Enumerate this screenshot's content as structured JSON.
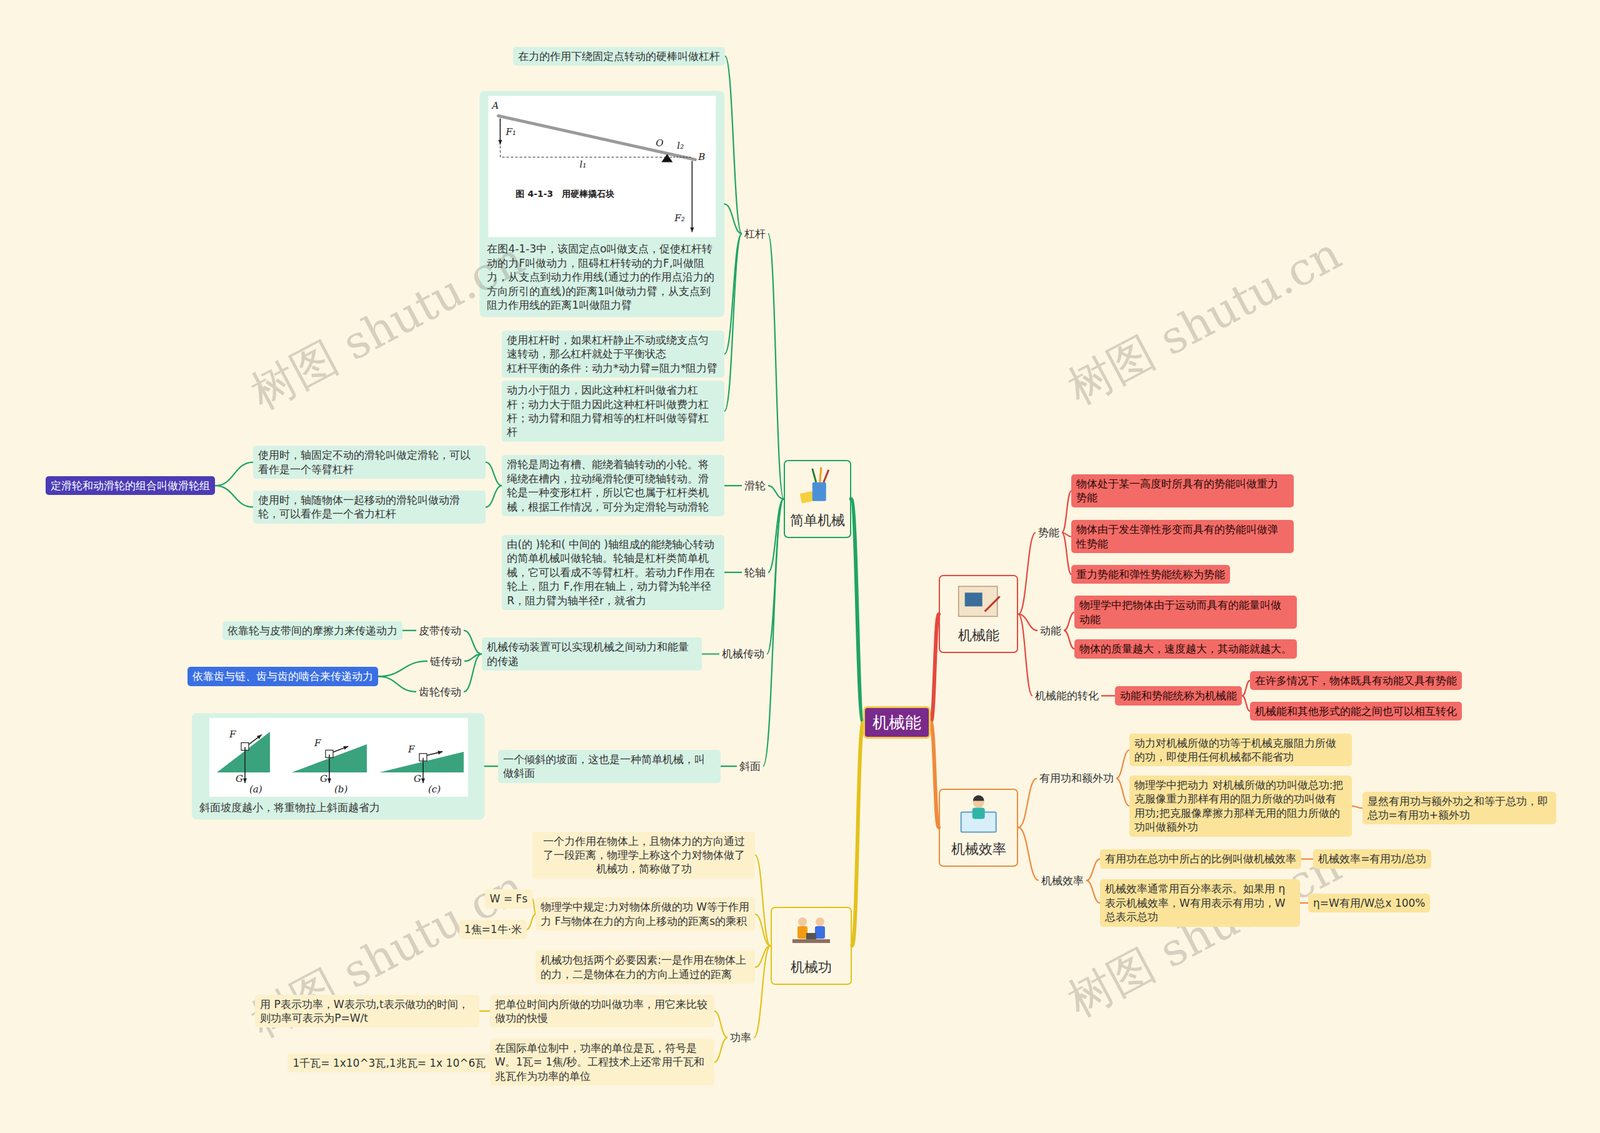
{
  "diagram": {
    "nodes": [
      {
        "text": [
          "机械能"
        ]
      },
      {
        "text": [
          "简单机械"
        ]
      },
      {
        "text": [
          "杠杆"
        ]
      },
      {
        "text": [
          "在力的作用下绕固定点转动的硬棒叫做杠杆"
        ]
      },
      {
        "text": [
          "在图4-1-3中，该固定点o叫做支点，促使杠杆转动的力F叫做动力，阻碍杠杆转动的力F,叫做阻力，从支点到动力作用线(通过力的作用点沿力的方向所引的直线)的距离1叫做动力臂，从支点到阻力作用线的距离1叫做阻力臂"
        ]
      },
      {
        "text": [
          "使用杠杆时，如果杠杆静止不动或绕支点匀速转动，那么杠杆就处于平衡状态",
          "杠杆平衡的条件：动力*动力臂=阻力*阻力臂"
        ]
      },
      {
        "text": [
          "动力小于阻力，因此这种杠杆叫做省力杠杆；动力大于阻力因此这种杠杆叫做费力杠杆；动力臂和阻力臂相等的杠杆叫做等臂杠杆"
        ]
      },
      {
        "text": [
          "滑轮"
        ]
      },
      {
        "text": [
          "滑轮是周边有槽、能绕着轴转动的小轮。将绳绕在槽内，拉动绳滑轮便可绕轴转动。滑轮是一种变形杠杆，所以它也属于杠杆类机械，根据工作情况，可分为定滑轮与动滑轮"
        ]
      },
      {
        "text": [
          "使用时，轴固定不动的滑轮叫做定滑轮，可以看作是一个等臂杠杆"
        ]
      },
      {
        "text": [
          "使用时，轴随物体一起移动的滑轮叫做动滑轮，可以看作是一个省力杠杆"
        ]
      },
      {
        "text": [
          "定滑轮和动滑轮的组合叫做滑轮组"
        ]
      },
      {
        "text": [
          "轮轴"
        ]
      },
      {
        "text": [
          "由(的 )轮和( 中间的 )轴组成的能绕轴心转动的简单机械叫做轮轴。轮轴是杠杆类简单机械，它可以看成不等臂杠杆。若动力F作用在轮上，阻力 F,作用在轴上，动力臂为轮半径 R，阻力臂为轴半径r，就省力"
        ]
      },
      {
        "text": [
          "机械传动"
        ]
      },
      {
        "text": [
          "机械传动装置可以实现机械之间动力和能量的传递"
        ]
      },
      {
        "text": [
          "皮带传动"
        ]
      },
      {
        "text": [
          "依靠轮与皮带间的摩擦力来传递动力"
        ]
      },
      {
        "text": [
          "链传动"
        ]
      },
      {
        "text": [
          "齿轮传动"
        ]
      },
      {
        "text": [
          "依靠齿与链、齿与齿的啮合来传递动力"
        ]
      },
      {
        "text": [
          "斜面"
        ]
      },
      {
        "text": [
          "一个倾斜的坡面，这也是一种简单机械，叫做斜面"
        ]
      },
      {
        "text": [
          "斜面坡度越小，将重物拉上斜面越省力"
        ]
      },
      {
        "text": [
          "机械功"
        ]
      },
      {
        "text": [
          "一个力作用在物体上，且物体力的方向通过了一段距离，物理学上称这个力对物体做了机械功，简称做了功"
        ]
      },
      {
        "text": [
          "物理学中规定:力对物体所做的功 W等于作用力 F与物体在力的方向上移动的距离s的乘积"
        ]
      },
      {
        "text": [
          "W = Fs"
        ]
      },
      {
        "text": [
          "1焦=1牛·米"
        ]
      },
      {
        "text": [
          "机械功包括两个必要因素:一是作用在物体上的力，二是物体在力的方向上通过的距离"
        ]
      },
      {
        "text": [
          "功率"
        ]
      },
      {
        "text": [
          "把单位时间内所做的功叫做功率，用它来比较做功的快慢"
        ]
      },
      {
        "text": [
          "用 P表示功率，W表示功,t表示做功的时间，则功率可表示为P=W/t"
        ]
      },
      {
        "text": [
          "在国际单位制中，功率的单位是瓦，符号是W。1瓦= 1焦/秒。工程技术上还常用千瓦和兆瓦作为功率的单位"
        ]
      },
      {
        "text": [
          "1千瓦= 1x10^3瓦,1兆瓦= 1x 10^6瓦"
        ]
      },
      {
        "text": [
          "机械能"
        ]
      },
      {
        "text": [
          "势能"
        ]
      },
      {
        "text": [
          "物体处于某一高度时所具有的势能叫做重力势能"
        ]
      },
      {
        "text": [
          "物体由于发生弹性形变而具有的势能叫做弹性势能"
        ]
      },
      {
        "text": [
          "重力势能和弹性势能统称为势能"
        ]
      },
      {
        "text": [
          "动能"
        ]
      },
      {
        "text": [
          "物理学中把物体由于运动而具有的能量叫做动能"
        ]
      },
      {
        "text": [
          "物体的质量越大，速度越大，其动能就越大。"
        ]
      },
      {
        "text": [
          "机械能的转化"
        ]
      },
      {
        "text": [
          "动能和势能统称为机械能"
        ]
      },
      {
        "text": [
          "在许多情况下，物体既具有动能又具有势能"
        ]
      },
      {
        "text": [
          "机械能和其他形式的能之间也可以相互转化"
        ]
      },
      {
        "text": [
          "机械效率"
        ]
      },
      {
        "text": [
          "有用功和额外功"
        ]
      },
      {
        "text": [
          "动力对机械所做的功等于机械克服阻力所做的功，即使用任何机械都不能省功"
        ]
      },
      {
        "text": [
          "物理学中把动力 对机械所做的功叫做总功:把克服像重力那样有用的阻力所做的功叫做有用功;把克服像摩擦力那样无用的阻力所做的功叫做额外功"
        ]
      },
      {
        "text": [
          "显然有用功与额外功之和等于总功，即总功=有用功+额外功"
        ]
      },
      {
        "text": [
          "机械效率"
        ]
      },
      {
        "text": [
          "有用功在总功中所占的比例叫做机械效率"
        ]
      },
      {
        "text": [
          "机械效率=有用功/总功"
        ]
      },
      {
        "text": [
          "机械效率通常用百分率表示。如果用 η 表示机械效率，W有用表示有用功，W总表示总功"
        ]
      },
      {
        "text": [
          "η=W有用/W总x 100%"
        ]
      }
    ],
    "edges": [
      {
        "from": 0,
        "to": 1,
        "arrow": "none"
      },
      {
        "from": 1,
        "to": 2,
        "arrow": "none"
      },
      {
        "from": 2,
        "to": 3,
        "arrow": "none"
      },
      {
        "from": 2,
        "to": 4,
        "arrow": "none"
      },
      {
        "from": 2,
        "to": 5,
        "arrow": "none"
      },
      {
        "from": 2,
        "to": 6,
        "arrow": "none"
      },
      {
        "from": 1,
        "to": 7,
        "arrow": "none"
      },
      {
        "from": 7,
        "to": 8,
        "arrow": "none"
      },
      {
        "from": 8,
        "to": 9,
        "arrow": "none"
      },
      {
        "from": 8,
        "to": 10,
        "arrow": "none"
      },
      {
        "from": 9,
        "to": 11,
        "arrow": "none"
      },
      {
        "from": 10,
        "to": 11,
        "arrow": "none"
      },
      {
        "from": 1,
        "to": 12,
        "arrow": "none"
      },
      {
        "from": 12,
        "to": 13,
        "arrow": "none"
      },
      {
        "from": 1,
        "to": 14,
        "arrow": "none"
      },
      {
        "from": 14,
        "to": 15,
        "arrow": "none"
      },
      {
        "from": 15,
        "to": 16,
        "arrow": "none"
      },
      {
        "from": 16,
        "to": 17,
        "arrow": "none"
      },
      {
        "from": 15,
        "to": 18,
        "arrow": "none"
      },
      {
        "from": 15,
        "to": 19,
        "arrow": "none"
      },
      {
        "from": 18,
        "to": 20,
        "arrow": "none"
      },
      {
        "from": 19,
        "to": 20,
        "arrow": "none"
      },
      {
        "from": 1,
        "to": 21,
        "arrow": "none"
      },
      {
        "from": 21,
        "to": 22,
        "arrow": "none"
      },
      {
        "from": 22,
        "to": 23,
        "arrow": "none"
      },
      {
        "from": 0,
        "to": 24,
        "arrow": "none"
      },
      {
        "from": 24,
        "to": 25,
        "arrow": "none"
      },
      {
        "from": 24,
        "to": 26,
        "arrow": "none"
      },
      {
        "from": 26,
        "to": 27,
        "arrow": "none"
      },
      {
        "from": 26,
        "to": 28,
        "arrow": "none"
      },
      {
        "from": 24,
        "to": 29,
        "arrow": "none"
      },
      {
        "from": 24,
        "to": 30,
        "arrow": "none"
      },
      {
        "from": 30,
        "to": 31,
        "arrow": "none"
      },
      {
        "from": 31,
        "to": 32,
        "arrow": "none"
      },
      {
        "from": 30,
        "to": 33,
        "arrow": "none"
      },
      {
        "from": 33,
        "to": 34,
        "arrow": "none"
      },
      {
        "from": 0,
        "to": 35,
        "arrow": "none"
      },
      {
        "from": 35,
        "to": 36,
        "arrow": "none"
      },
      {
        "from": 36,
        "to": 37,
        "arrow": "none"
      },
      {
        "from": 36,
        "to": 38,
        "arrow": "none"
      },
      {
        "from": 36,
        "to": 39,
        "arrow": "none"
      },
      {
        "from": 35,
        "to": 40,
        "arrow": "none"
      },
      {
        "from": 40,
        "to": 41,
        "arrow": "none"
      },
      {
        "from": 40,
        "to": 42,
        "arrow": "none"
      },
      {
        "from": 35,
        "to": 43,
        "arrow": "none"
      },
      {
        "from": 43,
        "to": 44,
        "arrow": "none"
      },
      {
        "from": 44,
        "to": 45,
        "arrow": "none"
      },
      {
        "from": 44,
        "to": 46,
        "arrow": "none"
      },
      {
        "from": 0,
        "to": 47,
        "arrow": "none"
      },
      {
        "from": 47,
        "to": 48,
        "arrow": "none"
      },
      {
        "from": 48,
        "to": 49,
        "arrow": "none"
      },
      {
        "from": 48,
        "to": 50,
        "arrow": "none"
      },
      {
        "from": 50,
        "to": 51,
        "arrow": "none"
      },
      {
        "from": 47,
        "to": 52,
        "arrow": "none"
      },
      {
        "from": 52,
        "to": 53,
        "arrow": "none"
      },
      {
        "from": 53,
        "to": 54,
        "arrow": "none"
      },
      {
        "from": 52,
        "to": 55,
        "arrow": "none"
      },
      {
        "from": 55,
        "to": 56,
        "arrow": "none"
      }
    ],
    "labels": [
      "树图 shutu.cn",
      "树图 shutu.cn",
      "树图 shutu.cn",
      "树图 shutu.cn",
      "A",
      "F₁",
      "O",
      "l₂",
      "B",
      "l₁",
      "F₂",
      "图 4-1-3　用硬棒撬石块",
      "F",
      "F",
      "F",
      "G",
      "G",
      "G",
      "(a)",
      "(b)",
      "(c)"
    ]
  }
}
